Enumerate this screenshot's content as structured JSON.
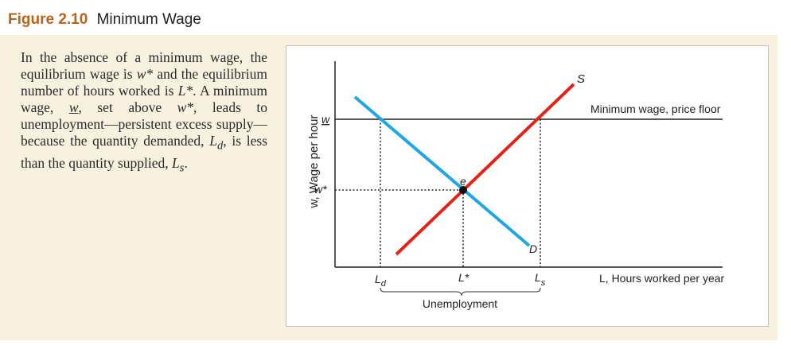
{
  "figure": {
    "number": "Figure 2.10",
    "title": "Minimum Wage"
  },
  "caption": {
    "p1": "In the absence of a minimum wage, the equilibrium wage is ",
    "wstar": "w*",
    "p2": " and the equilibrium number of hours worked is ",
    "Lstar": "L*",
    "p3": ". A minimum wage, ",
    "wmin": "w",
    "p4": ", set above ",
    "wstar2": "w*",
    "p5": ", leads to unemployment—persistent excess supply—because the quantity demanded, ",
    "Ld": "L",
    "Ld_sub": "d",
    "p6": ", is less than the quantity supplied, ",
    "Ls": "L",
    "Ls_sub": "s",
    "p7": "."
  },
  "chart_data": {
    "type": "line",
    "ylabel": "w, Wage per hour",
    "xlabel": "L, Hours worked per year",
    "y_ticks": [
      "w",
      "w*"
    ],
    "x_ticks": [
      "Ld",
      "L*",
      "Ls"
    ],
    "series": [
      {
        "name": "S",
        "color": "#e2231a"
      },
      {
        "name": "D",
        "color": "#1fa7e1"
      }
    ],
    "annotations": {
      "equilibrium": "e",
      "price_floor": "Minimum wage, price floor",
      "unemployment": "Unemployment",
      "supply_label": "S",
      "demand_label": "D"
    }
  }
}
